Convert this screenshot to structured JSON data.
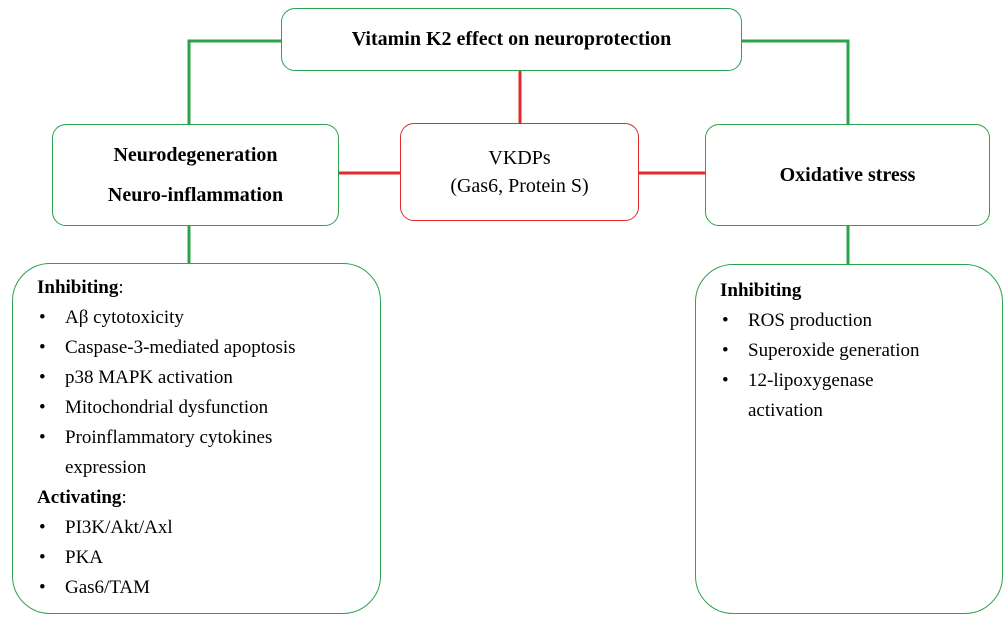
{
  "title": "Vitamin  K2  effect on neuroprotection",
  "neuro": {
    "line1": "Neurodegeneration",
    "line2": "Neuro-inflammation"
  },
  "vkdp": {
    "line1": "VKDPs",
    "line2": "(Gas6,  Protein  S)"
  },
  "oxidative": {
    "label": "Oxidative  stress"
  },
  "left_panel": {
    "inhibiting_head": "Inhibiting",
    "inhibiting_colon": ":",
    "inhibiting_items": [
      "Aβ  cytotoxicity",
      "Caspase-3-mediated  apoptosis",
      "p38  MAPK  activation",
      "Mitochondrial  dysfunction",
      "Proinflammatory  cytokines expression"
    ],
    "activating_head": "Activating",
    "activating_colon": ":",
    "activating_items": [
      "PI3K/Akt/Axl",
      "PKA",
      "Gas6/TAM"
    ]
  },
  "right_panel": {
    "inhibiting_head": "Inhibiting",
    "inhibiting_items": [
      "ROS  production",
      "Superoxide  generation",
      "12-lipoxygenase activation"
    ]
  },
  "colors": {
    "green": "#2ca24a",
    "red": "#e02a2a"
  }
}
